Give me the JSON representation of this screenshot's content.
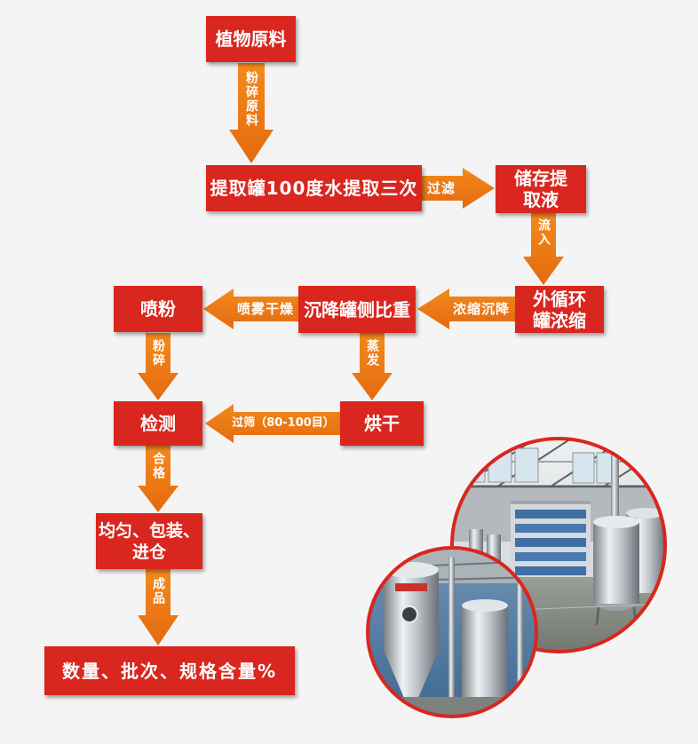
{
  "nodes": {
    "raw_material": "植物原料",
    "extraction": "提取罐100度水提取三次",
    "storage": [
      "储存提",
      "取液"
    ],
    "concentration": [
      "外循环",
      "罐浓缩"
    ],
    "sedimentation": "沉降罐侧比重",
    "spray_powder": "喷粉",
    "drying": "烘干",
    "inspection": "检测",
    "packaging": [
      "均匀、包装、",
      "进仓"
    ],
    "final_spec": "数量、批次、规格含量%"
  },
  "arrows": {
    "crush_raw": "粉碎原料",
    "filter": "过滤",
    "flow_in": "流入",
    "concentrate_settle": "浓缩沉降",
    "spray_dry": "喷雾干燥",
    "crush": "粉碎",
    "evaporate": "蒸发",
    "sieve": "过筛（80-100目）",
    "qualified": "合格",
    "finished_product": "成品"
  },
  "colors": {
    "box_red": "#d9261e",
    "arrow_orange": "#f28a1c",
    "arrow_orange_dark": "#e56a10",
    "label_text": "#ffffff",
    "background": "#f5f4f4",
    "photo_frame": "#d9261e"
  }
}
